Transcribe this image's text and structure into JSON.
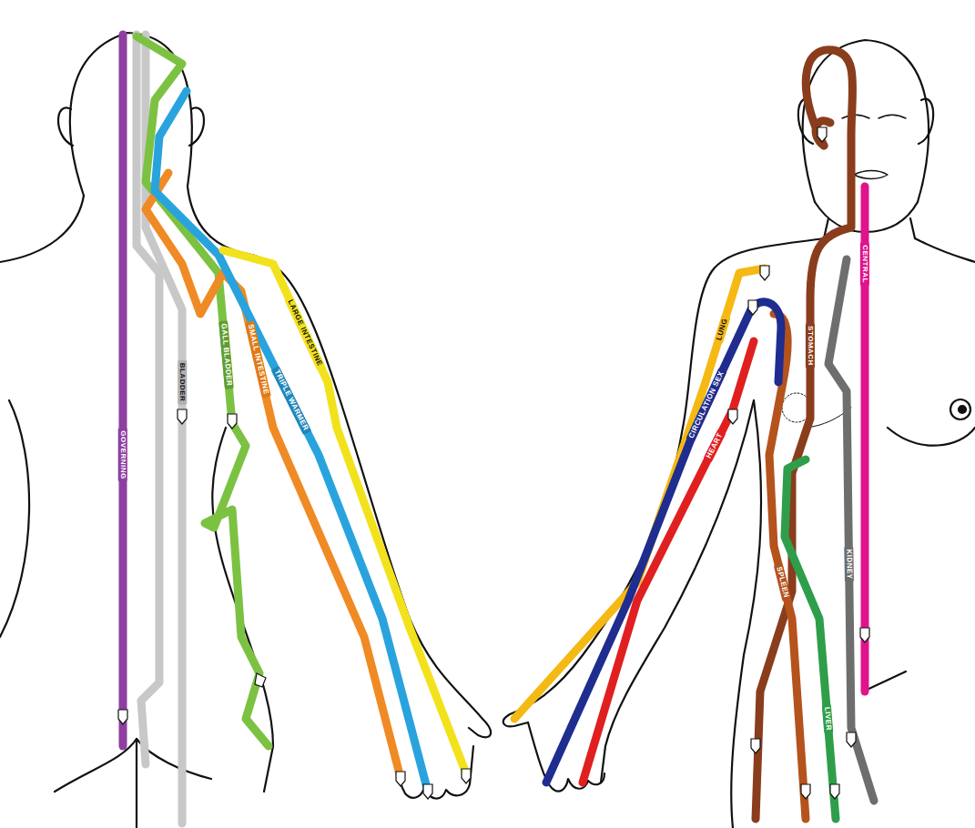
{
  "diagram": {
    "labels": [
      "GOVERNING",
      "BLADDER",
      "GALL BLADDER",
      "SMALL INTESTINE",
      "TRIPLE WARMER",
      "LARGE INTESTINE",
      "LUNG",
      "CIRCULATION SEX",
      "HEART",
      "STOMACH",
      "CENTRAL",
      "KIDNEY",
      "LIVER",
      "SPLEEN"
    ]
  }
}
